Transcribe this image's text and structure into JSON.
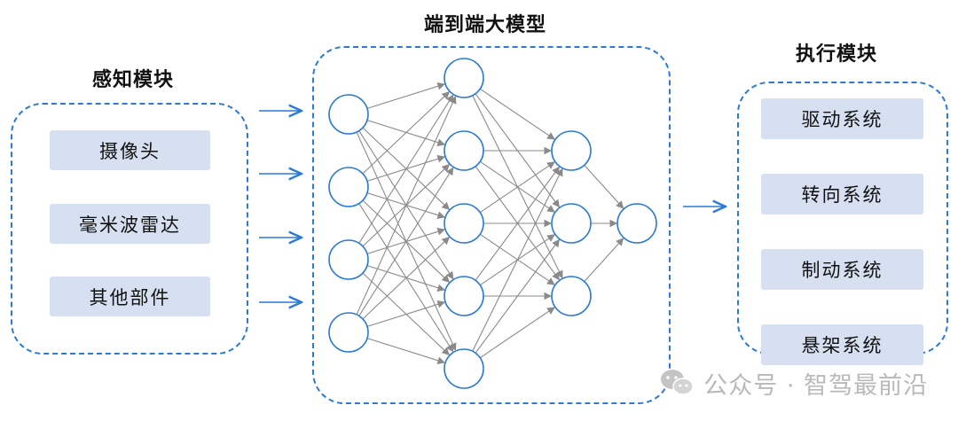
{
  "perception": {
    "title": "感知模块",
    "items": [
      "摄像头",
      "毫米波雷达",
      "其他部件"
    ]
  },
  "model": {
    "title": "端到端大模型",
    "layers": [
      4,
      5,
      3,
      1
    ]
  },
  "execution": {
    "title": "执行模块",
    "items": [
      "驱动系统",
      "转向系统",
      "制动系统",
      "悬架系统"
    ]
  },
  "watermark": {
    "text": "公众号 · 智驾最前沿",
    "icon": "wechat-icon"
  },
  "colors": {
    "accent": "#2a7ad6",
    "box_fill": "#d6e0f0",
    "node_stroke": "#2a7ad6",
    "edge": "#8a8a8a"
  }
}
